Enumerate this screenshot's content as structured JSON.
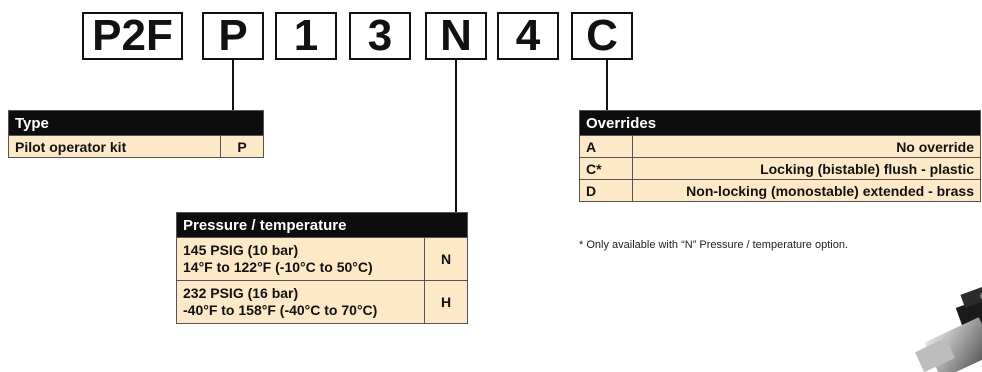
{
  "part_code": [
    "P2F",
    "P",
    "1",
    "3",
    "N",
    "4",
    "C"
  ],
  "type_table": {
    "header": "Type",
    "rows": [
      {
        "label": "Pilot operator kit",
        "code": "P"
      }
    ]
  },
  "pressure_table": {
    "header": "Pressure / temperature",
    "rows": [
      {
        "line1": "145 PSIG (10 bar)",
        "line2": "14°F to 122°F (-10°C to 50°C)",
        "code": "N"
      },
      {
        "line1": "232 PSIG (16 bar)",
        "line2": "-40°F to 158°F (-40°C to 70°C)",
        "code": "H"
      }
    ]
  },
  "overrides_table": {
    "header": "Overrides",
    "rows": [
      {
        "code": "A",
        "label": "No override"
      },
      {
        "code": "C*",
        "label": "Locking (bistable) flush - plastic"
      },
      {
        "code": "D",
        "label": "Non-locking (monostable) extended - brass"
      }
    ]
  },
  "footnote": "* Only available with “N” Pressure / temperature option.",
  "colors": {
    "header_bg": "#0d0d0d",
    "row_bg": "#fde9c8"
  }
}
